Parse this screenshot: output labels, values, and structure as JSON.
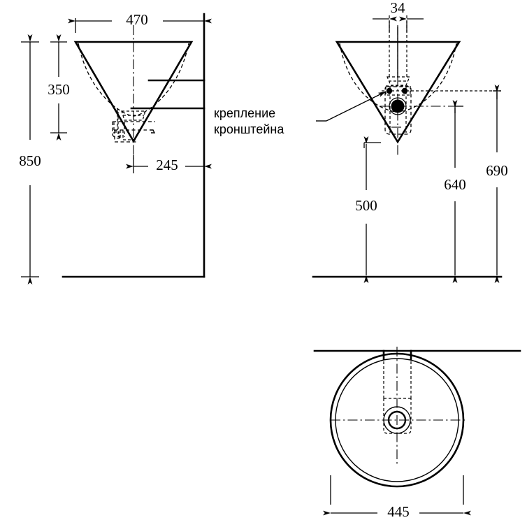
{
  "drawing": {
    "title": "Washbasin technical drawing",
    "units": "mm",
    "line_color": "#000000",
    "background": "#ffffff"
  },
  "annotations": {
    "bracket_note_line1": "крепление",
    "bracket_note_line2": "кронштейна"
  },
  "views": {
    "side": {
      "name": "side-elevation",
      "dimensions": {
        "width_top": "470",
        "bowl_height": "350",
        "floor_height": "850",
        "wall_offset": "245"
      }
    },
    "front": {
      "name": "front-elevation",
      "dimensions": {
        "overflow_width": "34",
        "tap_height": "500",
        "outlet_height": "640",
        "bracket_height": "690"
      }
    },
    "plan": {
      "name": "plan-view",
      "dimensions": {
        "diameter": "445"
      }
    }
  },
  "chart_data": {
    "type": "table",
    "title": "Washbasin dimensions (mm)",
    "categories": [
      "470",
      "350",
      "850",
      "245",
      "34",
      "500",
      "640",
      "690",
      "445"
    ],
    "values": [
      470,
      350,
      850,
      245,
      34,
      500,
      640,
      690,
      445
    ]
  }
}
